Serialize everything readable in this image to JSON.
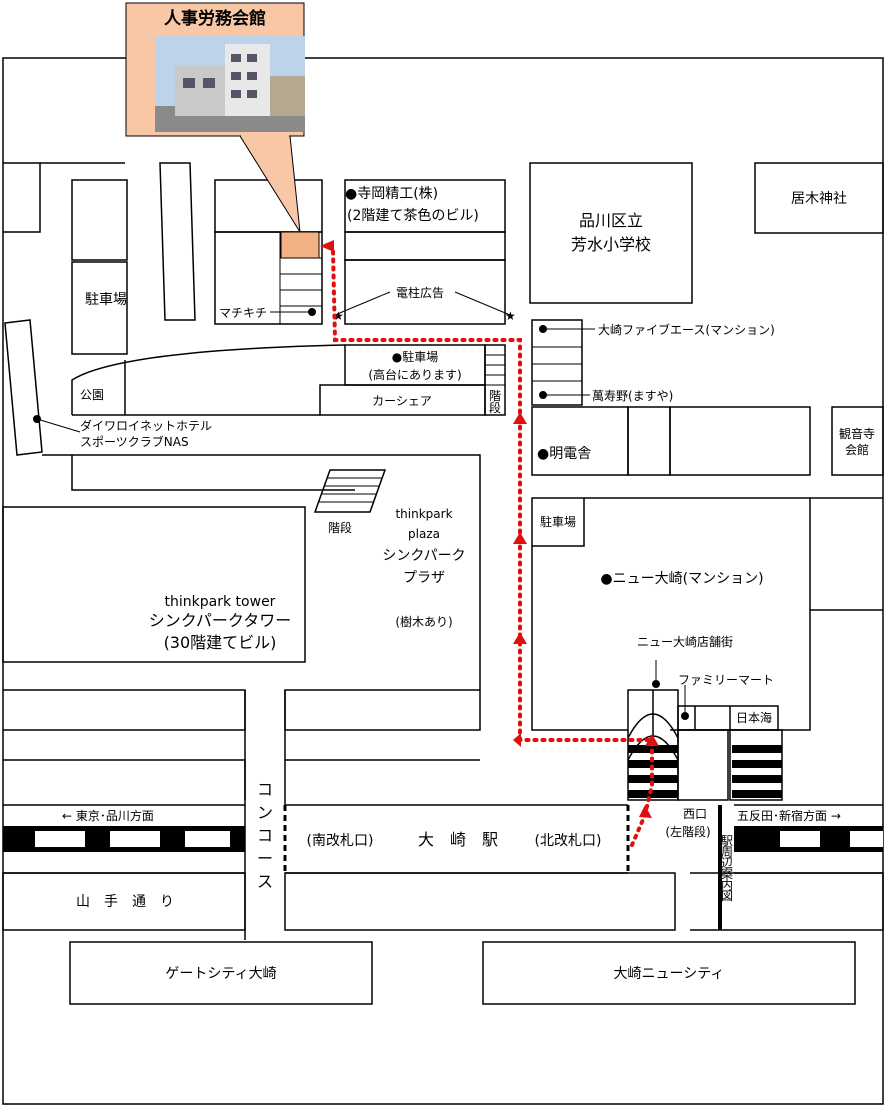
{
  "callout": {
    "title": "人事労務会館",
    "fill_color": "#f8c8a6",
    "target_color": "#f4b183"
  },
  "route": {
    "color": "#e01010",
    "style": "dotted"
  },
  "labels": {
    "teraoka_1": "●寺岡精工(株)",
    "teraoka_2": "(2階建て茶色のビル)",
    "shinagawa_school_1": "品川区立",
    "shinagawa_school_2": "芳水小学校",
    "igi_shrine": "居木神社",
    "parking_left": "駐車場",
    "machikichi": "マチキチ",
    "denchu": "電柱広告",
    "park": "公園",
    "parking_mid_1": "●駐車場",
    "parking_mid_2": "(高台にあります)",
    "carshare": "カーシェア",
    "kaidan_small_1": "階",
    "kaidan_small_2": "段",
    "osaki_five": "大崎ファイブエース(マンション)",
    "manjuno": "萬寿野(ますや)",
    "meidensha": "●明電舎",
    "kannonji_1": "観音寺",
    "kannonji_2": "会館",
    "daiwa_1": "ダイワロイネットホテル",
    "daiwa_2": "スポーツクラブNAS",
    "kaidan": "階段",
    "tp_plaza_1": "thinkpark",
    "tp_plaza_2": "plaza",
    "tp_plaza_3": "シンクパーク",
    "tp_plaza_4": "プラザ",
    "tp_plaza_5": "(樹木あり)",
    "parking_right": "駐車場",
    "new_osaki": "●ニュー大崎(マンション)",
    "tp_tower_1": "thinkpark tower",
    "tp_tower_2": "シンクパークタワー",
    "tp_tower_3": "(30階建てビル)",
    "new_osaki_shop": "ニュー大崎店舗街",
    "familymart": "ファミリーマート",
    "nihonkai": "日本海",
    "concourse_1": "コ",
    "concourse_2": "ン",
    "concourse_3": "コ",
    "concourse_4": "ー",
    "concourse_5": "ス",
    "to_tokyo": "← 東京･品川方面",
    "to_gotanda": "五反田･新宿方面 →",
    "west_exit_1": "西口",
    "west_exit_2": "(左階段)",
    "station_south": "(南改札口)",
    "station_name": "大　崎　駅",
    "station_north": "(北改札口)",
    "ekishuhen_1": "駅",
    "ekishuhen_2": "周",
    "ekishuhen_3": "辺",
    "ekishuhen_4": "案",
    "ekishuhen_5": "内",
    "ekishuhen_6": "図",
    "yamate": "山　手　通　り",
    "gatecity": "ゲートシティ大崎",
    "osaki_newcity": "大崎ニューシティ"
  }
}
